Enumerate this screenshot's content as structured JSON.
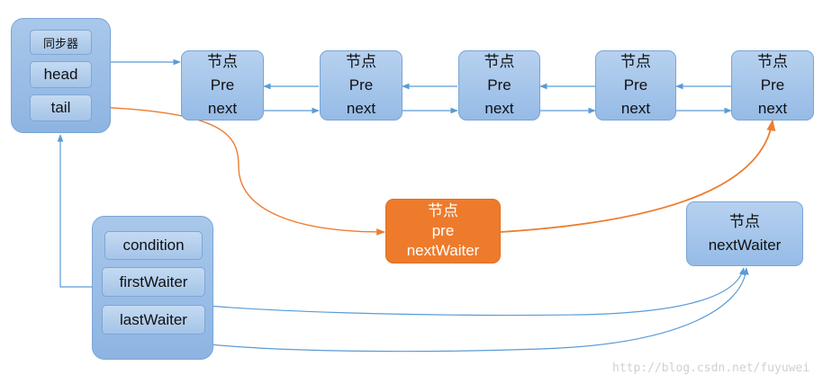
{
  "sync": {
    "title": "同步器",
    "head": "head",
    "tail": "tail"
  },
  "queue_nodes": [
    {
      "title": "节点",
      "pre": "Pre",
      "next": "next"
    },
    {
      "title": "节点",
      "pre": "Pre",
      "next": "next"
    },
    {
      "title": "节点",
      "pre": "Pre",
      "next": "next"
    },
    {
      "title": "节点",
      "pre": "Pre",
      "next": "next"
    },
    {
      "title": "节点",
      "pre": "Pre",
      "next": "next"
    }
  ],
  "condition": {
    "label": "condition",
    "first": "firstWaiter",
    "last": "lastWaiter"
  },
  "new_node": {
    "title": "节点",
    "pre": "pre",
    "next": "nextWaiter",
    "color": "#ee7b2c"
  },
  "wait_node": {
    "title": "节点",
    "next": "nextWaiter"
  },
  "colors": {
    "blue_arrow": "#5b9bd5",
    "orange_arrow": "#ed7d31"
  },
  "watermark": "http://blog.csdn.net/fuyuwei"
}
